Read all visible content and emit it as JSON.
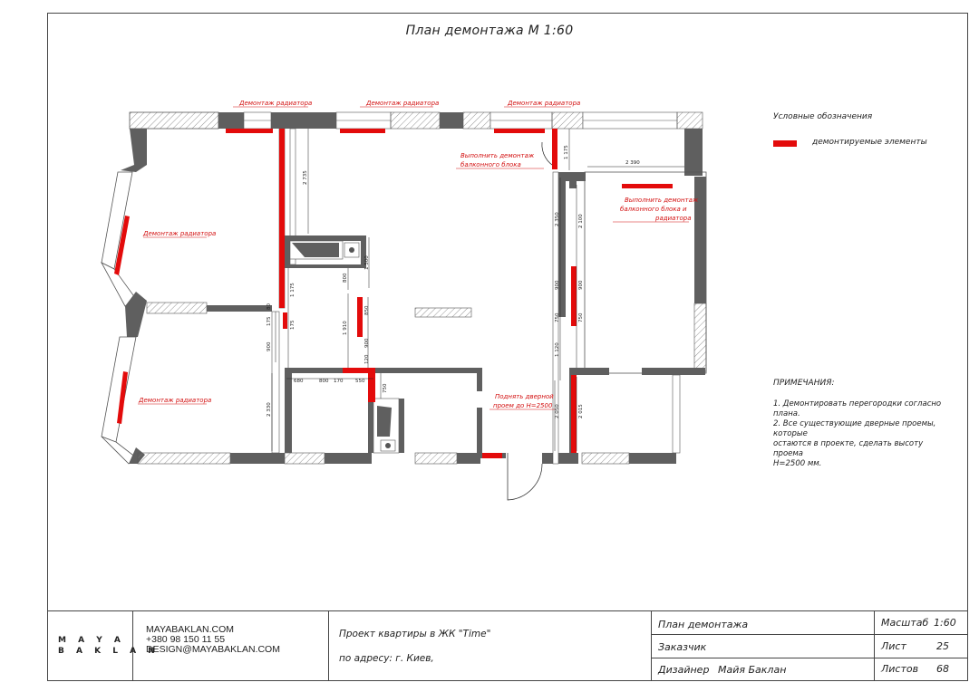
{
  "title": "План демонтажа М 1:60",
  "labels": {
    "rad1": "Демонтаж радиатора",
    "rad2": "Демонтаж радиатора",
    "rad3": "Демонтаж радиатора",
    "rad_left_top": "Демонтаж радиатора",
    "rad_left_bottom": "Демонтаж радиатора",
    "balcony1_l1": "Выполнить демонтаж",
    "balcony1_l2": "балконного блока",
    "balcony2_l1": "Выполнить демонтаж",
    "balcony2_l2": "балконного блока и",
    "balcony2_l3": "радиатора",
    "door_l1": "Поднять дверной",
    "door_l2": "проем до Н=2500"
  },
  "dimensions": {
    "d_2735": "2 735",
    "d_1175_top": "1 175",
    "d_2390": "2 390",
    "d_2350": "2 350",
    "d_2100": "2 100",
    "d_1500": "1 500",
    "d_800v": "800",
    "d_1175": "1 175",
    "d_900a": "900",
    "d_900b": "900",
    "d_850": "850",
    "d_1910": "1 910",
    "d_900c": "900",
    "d_750a": "750",
    "d_750b": "750",
    "d_900d": "900",
    "d_1120": "1 120",
    "d_120": "120",
    "d_175": "175",
    "d_80": "80",
    "d_175b": "175",
    "d_680": "680",
    "d_800": "800",
    "d_170": "170",
    "d_550": "550",
    "d_750c": "750",
    "d_2330": "2 330",
    "d_2050": "2 050",
    "d_2015": "2 015"
  },
  "legend": {
    "title": "Условные обозначения",
    "item": "демонтируемые элементы",
    "color": "#e30b0b"
  },
  "notes": {
    "title": "ПРИМЕЧАНИЯ:",
    "line1": "1. Демонтировать перегородки согласно плана.",
    "line2": "2. Все существующие дверные проемы, которые",
    "line3": "остаются в проекте, сделать высоту проема",
    "line4": "Н=2500 мм."
  },
  "titleblock": {
    "logo_l1": "M A Y A",
    "logo_l2": "B A K L A N",
    "site": "MAYABAKLAN.COM",
    "phone": "+380 98 150 11 55",
    "email": "DESIGN@MAYABAKLAN.COM",
    "project": "Проект квартиры в ЖК \"Time\"",
    "address": "по адресу: г. Киев,",
    "sheet_name": "План демонтажа",
    "customer_label": "Заказчик",
    "designer_label": "Дизайнер",
    "designer_name": "Майя Баклан",
    "scale_label": "Масштаб",
    "scale_value": "1:60",
    "sheet_label": "Лист",
    "sheet_value": "25",
    "sheets_label": "Листов",
    "sheets_value": "68"
  },
  "colors": {
    "wall": "#5f5f5f",
    "demolish": "#e30b0b",
    "dim_line": "#222222"
  }
}
